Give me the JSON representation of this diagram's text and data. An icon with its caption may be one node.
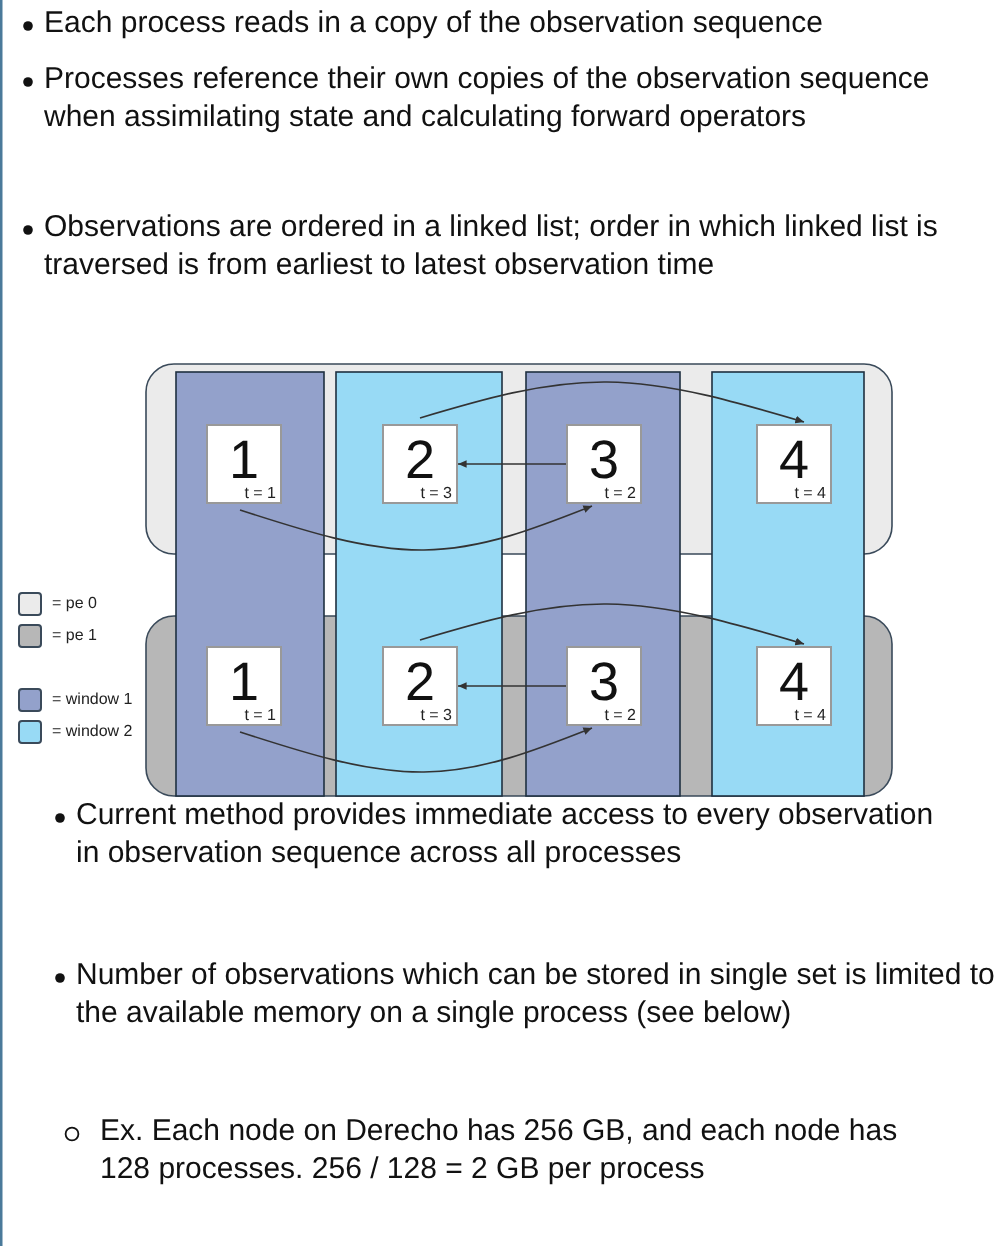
{
  "diagram": {
    "nodes": [
      {
        "text": [
          "1",
          "t = 1"
        ]
      },
      {
        "text": [
          "2",
          "t = 3"
        ]
      },
      {
        "text": [
          "3",
          "t = 2"
        ]
      },
      {
        "text": [
          "4",
          "t = 4"
        ]
      },
      {
        "text": [
          "1",
          "t = 1"
        ]
      },
      {
        "text": [
          "2",
          "t = 3"
        ]
      },
      {
        "text": [
          "3",
          "t = 2"
        ]
      },
      {
        "text": [
          "4",
          "t = 4"
        ]
      }
    ],
    "edges": [
      {
        "from": 0,
        "to": 2,
        "arrow": "to"
      },
      {
        "from": 2,
        "to": 1,
        "arrow": "to"
      },
      {
        "from": 1,
        "to": 3,
        "arrow": "to"
      },
      {
        "from": 4,
        "to": 6,
        "arrow": "to"
      },
      {
        "from": 6,
        "to": 5,
        "arrow": "to"
      },
      {
        "from": 5,
        "to": 7,
        "arrow": "to"
      }
    ],
    "labels": [
      "Each process reads in a copy of the observation sequence",
      "Processes reference their own copies of the observation sequence when assimilating state and calculating forward operators",
      "Observations are ordered in a linked list; order in which linked list is traversed is from earliest to latest observation time",
      "Current method provides immediate access to every observation in observation sequence across all processes",
      "Number of observations which can be stored in single set is limited to the available memory on a single process (see below)",
      "Ex. Each node on Derecho has 256 GB, and each node has 128 processes. 256 / 128 = 2 GB per process"
    ],
    "legend": [
      {
        "text": "= pe 0",
        "color": "#ebebeb"
      },
      {
        "text": "= pe 1",
        "color": "#b7b7b7"
      },
      {
        "text": "= window 1",
        "color": "#93a1cb"
      },
      {
        "text": "= window 2",
        "color": "#98daf5"
      }
    ]
  }
}
